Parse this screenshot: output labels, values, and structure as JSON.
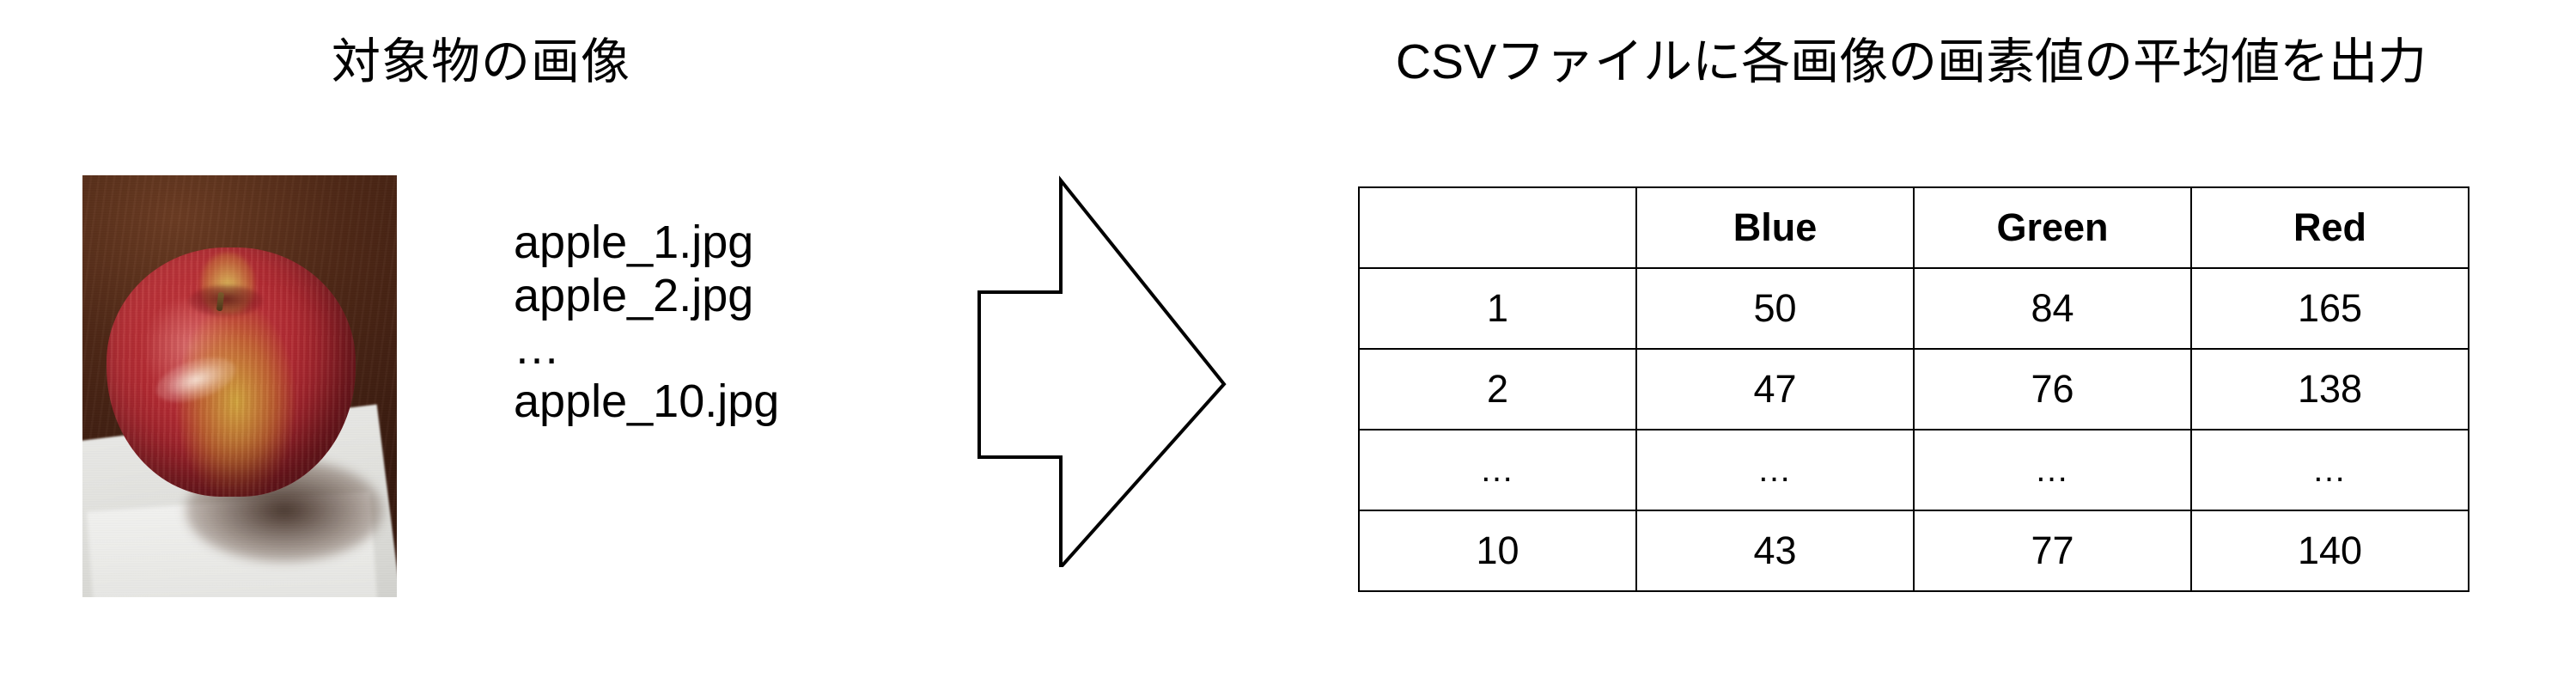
{
  "left": {
    "heading": "対象物の画像",
    "photo": {
      "alt_name": "apple-photo",
      "subject": "apple",
      "background_color": "#4e2715",
      "apple_color": "#b12a32",
      "cloth_color": "#e3e3df"
    },
    "files": [
      "apple_1.jpg",
      "apple_2.jpg",
      "…",
      "apple_10.jpg"
    ]
  },
  "arrow": {
    "direction": "right",
    "fill": "#ffffff",
    "stroke": "#000000"
  },
  "right": {
    "heading": "CSVファイルに各画像の画素値の平均値を出力",
    "table": {
      "headers": [
        "",
        "Blue",
        "Green",
        "Red"
      ],
      "rows": [
        [
          "1",
          "50",
          "84",
          "165"
        ],
        [
          "2",
          "47",
          "76",
          "138"
        ],
        [
          "…",
          "…",
          "…",
          "…"
        ],
        [
          "10",
          "43",
          "77",
          "140"
        ]
      ]
    }
  },
  "chart_data": {
    "type": "table",
    "title": "CSVファイルに各画像の画素値の平均値を出力",
    "columns": [
      "",
      "Blue",
      "Green",
      "Red"
    ],
    "rows": [
      {
        "index": "1",
        "Blue": 50,
        "Green": 84,
        "Red": 165
      },
      {
        "index": "2",
        "Blue": 47,
        "Green": 76,
        "Red": 138
      },
      {
        "index": "…",
        "Blue": "…",
        "Green": "…",
        "Red": "…"
      },
      {
        "index": "10",
        "Blue": 43,
        "Green": 77,
        "Red": 140
      }
    ]
  }
}
